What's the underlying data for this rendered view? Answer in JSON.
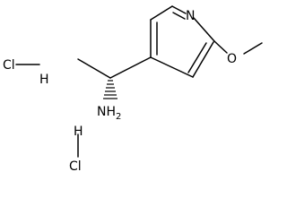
{
  "molecule": {
    "atoms": {
      "ring_nitrogen": "N",
      "methoxy_oxygen": "O",
      "amine": "NH",
      "amine_subscript": "2"
    },
    "salts": [
      {
        "chlorine": "Cl",
        "hydrogen": "H"
      },
      {
        "chlorine": "Cl",
        "hydrogen": "H"
      }
    ]
  },
  "colors": {
    "bond": "#000000",
    "background": "#ffffff"
  }
}
